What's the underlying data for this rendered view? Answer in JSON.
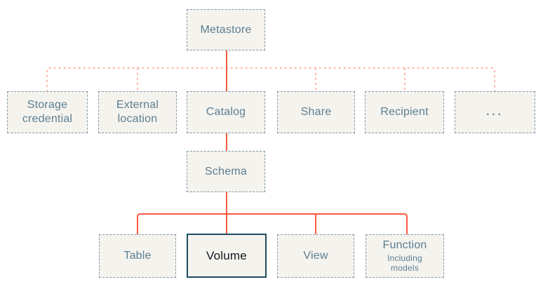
{
  "diagram": {
    "type": "hierarchy",
    "nodes": {
      "metastore": {
        "label": "Metastore"
      },
      "storage_credential": {
        "label": "Storage credential"
      },
      "external_location": {
        "label": "External location"
      },
      "catalog": {
        "label": "Catalog"
      },
      "share": {
        "label": "Share"
      },
      "recipient": {
        "label": "Recipient"
      },
      "more": {
        "label": "..."
      },
      "schema": {
        "label": "Schema"
      },
      "table": {
        "label": "Table"
      },
      "volume": {
        "label": "Volume",
        "highlighted": true
      },
      "view": {
        "label": "View"
      },
      "function": {
        "label": "Function",
        "sublabel": "Including models"
      }
    },
    "edges": [
      {
        "from": "metastore",
        "to": "storage_credential",
        "style": "dashed"
      },
      {
        "from": "metastore",
        "to": "external_location",
        "style": "dashed"
      },
      {
        "from": "metastore",
        "to": "catalog",
        "style": "solid"
      },
      {
        "from": "metastore",
        "to": "share",
        "style": "dashed"
      },
      {
        "from": "metastore",
        "to": "recipient",
        "style": "dashed"
      },
      {
        "from": "metastore",
        "to": "more",
        "style": "dashed"
      },
      {
        "from": "catalog",
        "to": "schema",
        "style": "solid"
      },
      {
        "from": "schema",
        "to": "table",
        "style": "solid"
      },
      {
        "from": "schema",
        "to": "volume",
        "style": "solid"
      },
      {
        "from": "schema",
        "to": "view",
        "style": "solid"
      },
      {
        "from": "schema",
        "to": "function",
        "style": "solid"
      }
    ],
    "colors": {
      "connector_solid": "#fb5a41",
      "connector_dashed": "#ffa392",
      "node_border": "#7d9aa9",
      "node_fill": "#f5f3ee",
      "node_text": "#5b7e92",
      "highlight_border": "#1c4d60",
      "highlight_text": "#10181d"
    }
  }
}
